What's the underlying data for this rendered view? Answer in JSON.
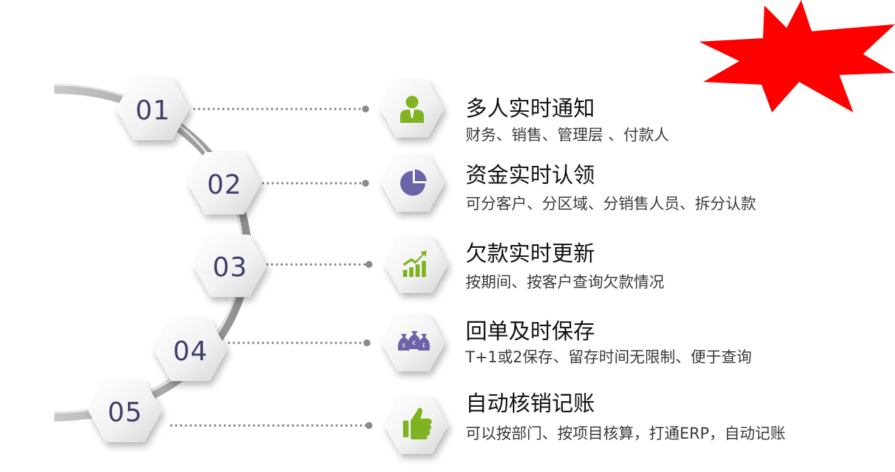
{
  "colors": {
    "number_text": "#40406a",
    "icon_green": "#7fb321",
    "icon_purple": "#6b63a8",
    "burst_red": "#ff0000",
    "connector_gray": "#8a8a8a"
  },
  "items": [
    {
      "number": "01",
      "icon": "person-icon",
      "title": "多人实时通知",
      "description": "财务、销售、管理层 、付款人"
    },
    {
      "number": "02",
      "icon": "pie-chart-icon",
      "title": "资金实时认领",
      "description": "可分客户、分区域、分销售人员、拆分认款"
    },
    {
      "number": "03",
      "icon": "growth-chart-icon",
      "title": "欠款实时更新",
      "description": "按期间、按客户查询欠款情况"
    },
    {
      "number": "04",
      "icon": "money-bags-icon",
      "title": "回单及时保存",
      "description": "T+1或2保存、留存时间无限制、便于查询"
    },
    {
      "number": "05",
      "icon": "thumbs-up-icon",
      "title": "自动核销记账",
      "description": "可以按部门、按项目核算，打通ERP，自动记账"
    }
  ]
}
